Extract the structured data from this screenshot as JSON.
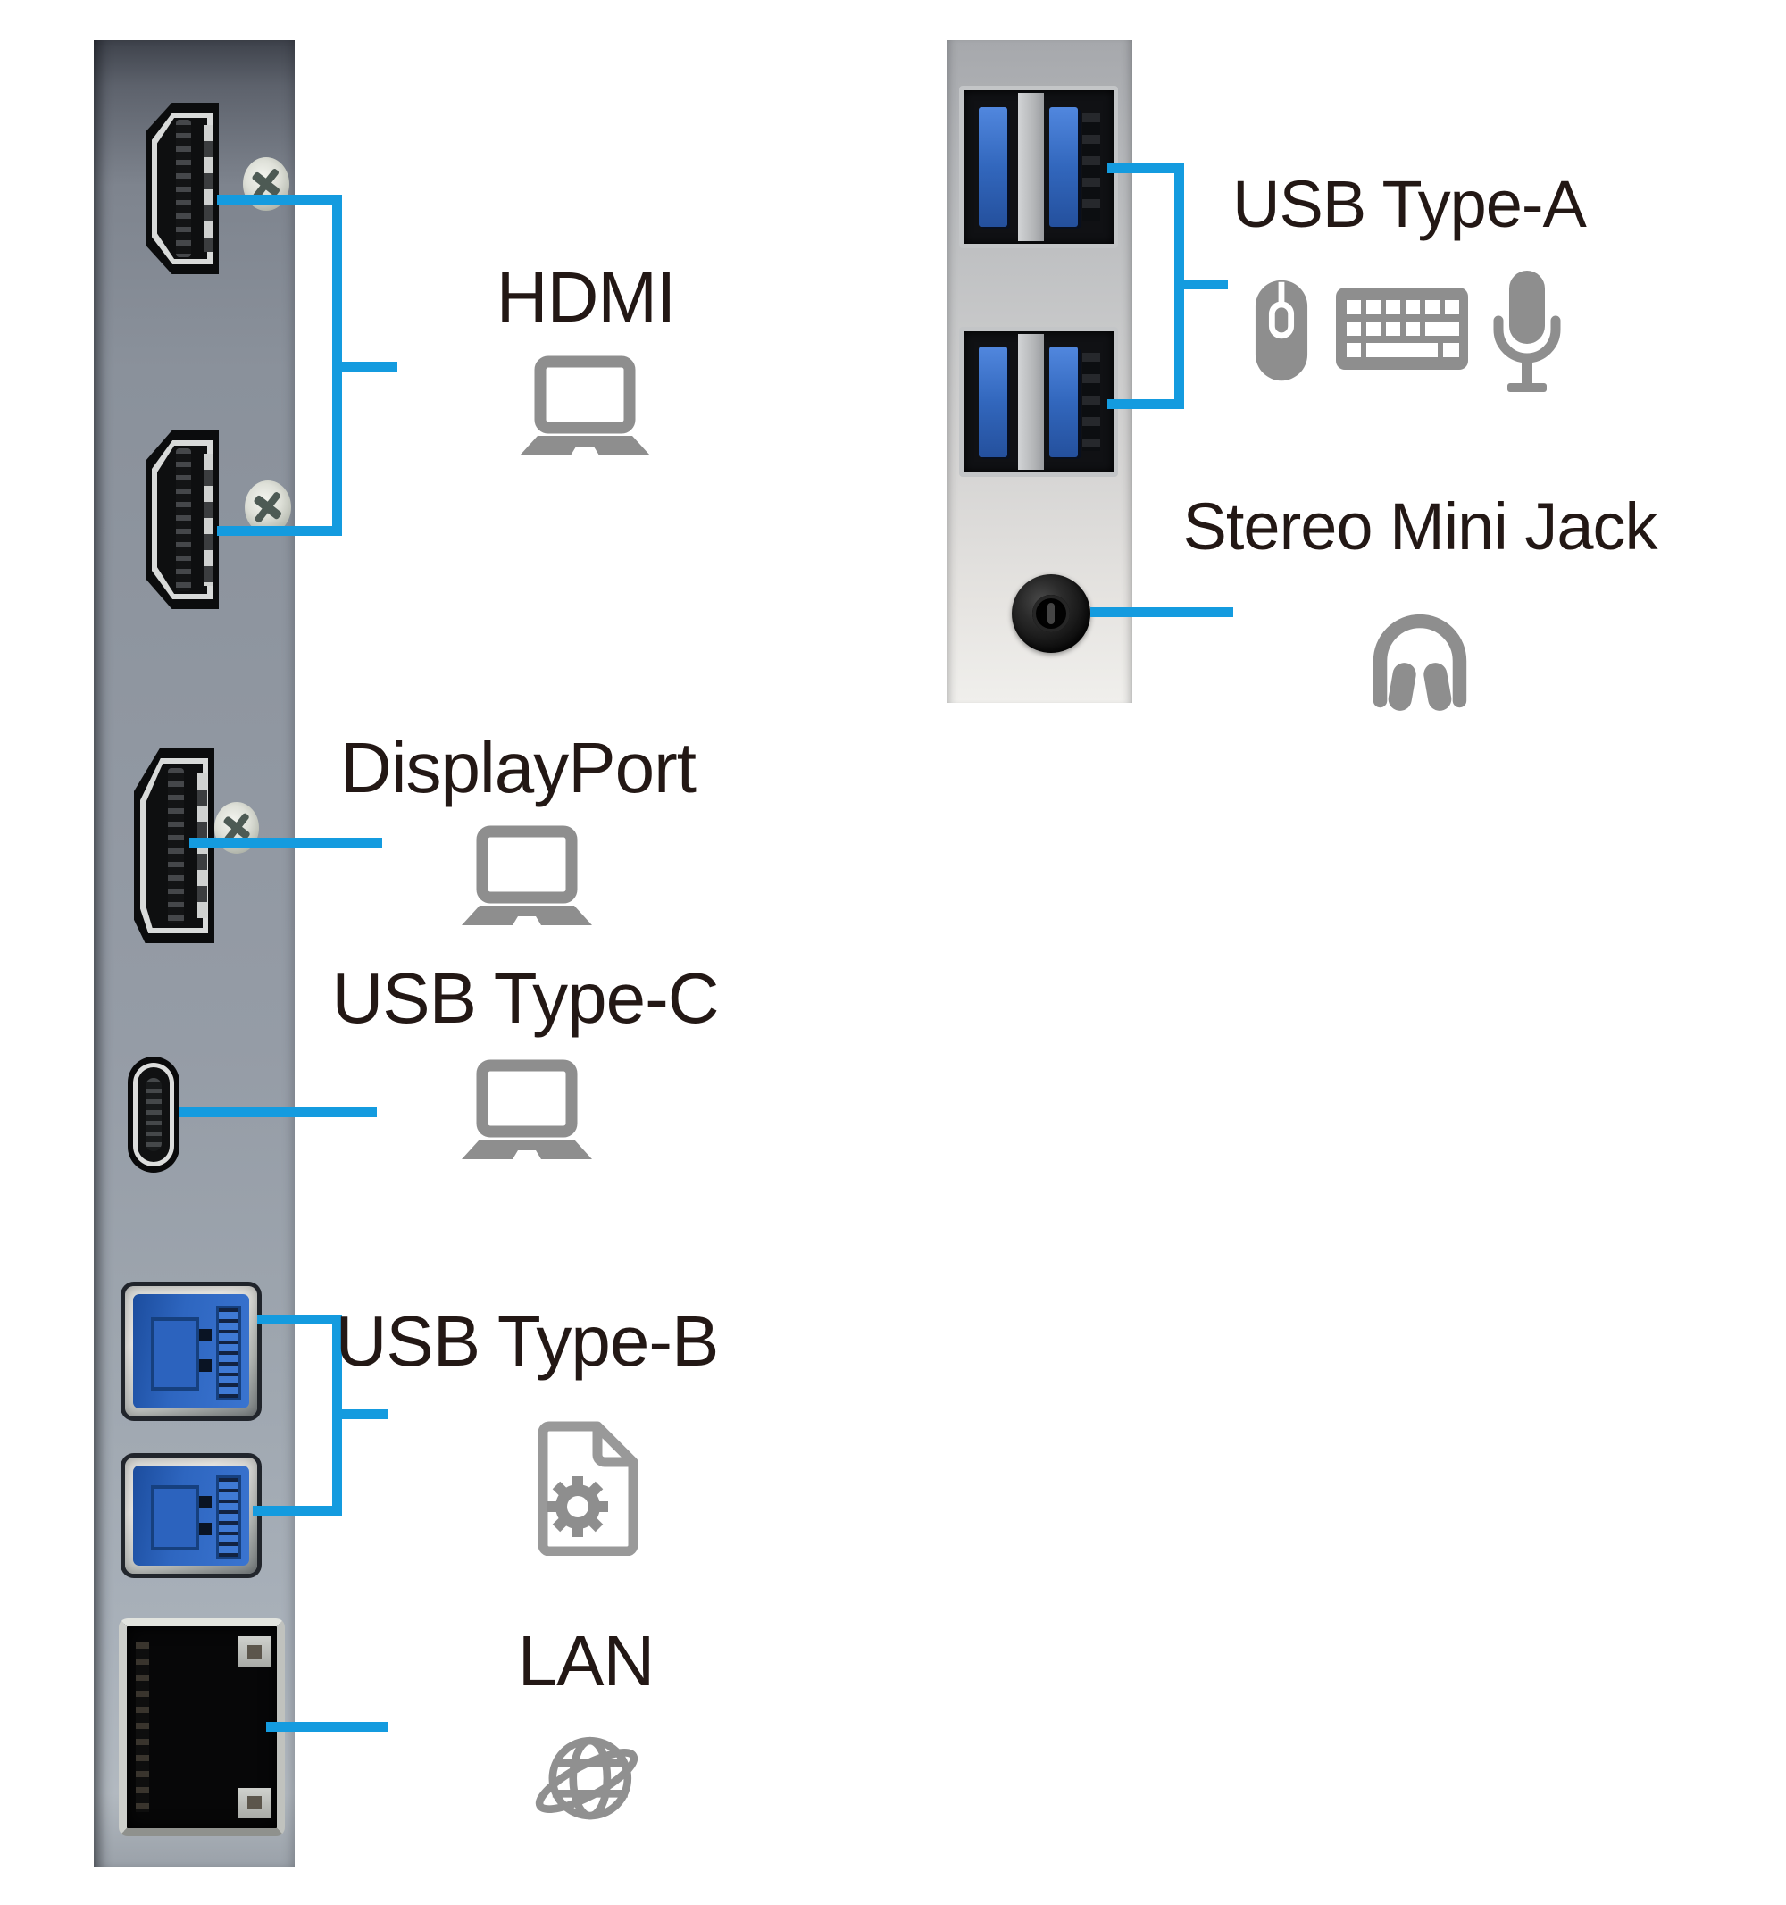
{
  "colors": {
    "accent_blue": "#149bdf",
    "label_text": "#231815",
    "icon_gray": "#8e8e8e"
  },
  "left_panel": {
    "ports": [
      {
        "id": "hdmi-1",
        "type": "HDMI"
      },
      {
        "id": "hdmi-2",
        "type": "HDMI"
      },
      {
        "id": "displayport",
        "type": "DisplayPort"
      },
      {
        "id": "usb-c",
        "type": "USB Type-C"
      },
      {
        "id": "usb-b-1",
        "type": "USB Type-B"
      },
      {
        "id": "usb-b-2",
        "type": "USB Type-B"
      },
      {
        "id": "lan",
        "type": "LAN"
      }
    ],
    "labels": {
      "hdmi": "HDMI",
      "displayport": "DisplayPort",
      "usb_type_c": "USB Type-C",
      "usb_type_b": "USB Type-B",
      "lan": "LAN"
    },
    "icons": {
      "hdmi": "laptop-icon",
      "displayport": "laptop-icon",
      "usb_type_c": "laptop-icon",
      "usb_type_b": "document-gear-icon",
      "lan": "globe-icon"
    }
  },
  "right_panel": {
    "ports": [
      {
        "id": "usb-a-1",
        "type": "USB Type-A"
      },
      {
        "id": "usb-a-2",
        "type": "USB Type-A"
      },
      {
        "id": "stereo-jack",
        "type": "Stereo Mini Jack"
      }
    ],
    "labels": {
      "usb_type_a": "USB Type-A",
      "stereo_mini_jack": "Stereo Mini Jack"
    },
    "icons": {
      "usb_type_a": [
        "mouse-icon",
        "keyboard-icon",
        "microphone-icon"
      ],
      "stereo_mini_jack": "headphones-icon"
    }
  }
}
